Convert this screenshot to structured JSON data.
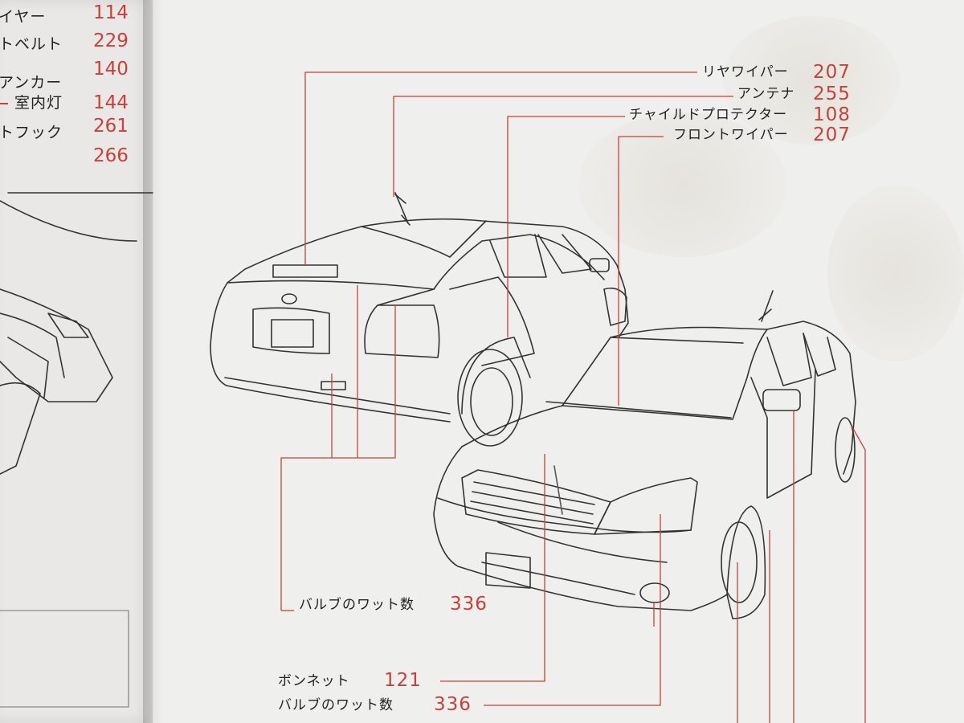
{
  "left_page": {
    "items": [
      {
        "label": "イヤー",
        "page": "114"
      },
      {
        "label": "トベルト",
        "page": "229"
      },
      {
        "label": "",
        "page": "140"
      },
      {
        "label": "アンカー",
        "page": ""
      },
      {
        "label": "室内灯",
        "page": "144"
      },
      {
        "label": "トフック",
        "page": "261"
      },
      {
        "label": "",
        "page": "266"
      }
    ]
  },
  "right_page": {
    "labels": {
      "rear_wiper": {
        "text": "リヤワイパー",
        "page": "207"
      },
      "antenna": {
        "text": "アンテナ",
        "page": "255"
      },
      "child_protector": {
        "text": "チャイルドプロテクター",
        "page": "108"
      },
      "front_wiper": {
        "text": "フロントワイパー",
        "page": "207"
      },
      "bulb_wattage_rear": {
        "text": "バルブのワット数",
        "page": "336"
      },
      "bonnet": {
        "text": "ボンネット",
        "page": "121"
      },
      "bulb_wattage_front": {
        "text": "バルブのワット数",
        "page": "336"
      }
    }
  },
  "colors": {
    "accent_red": "#c8403a",
    "paper": "#efefed",
    "ink": "#222222"
  }
}
